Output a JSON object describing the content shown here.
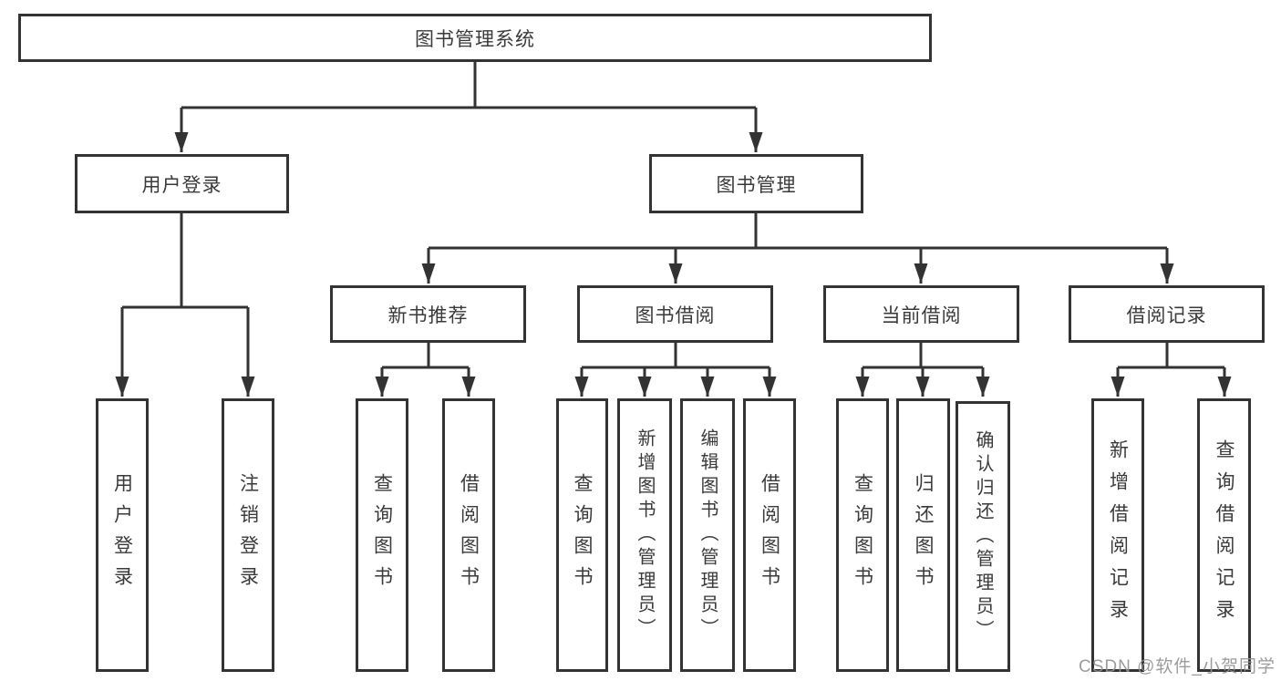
{
  "tree": {
    "label": "图书管理系统",
    "children": [
      {
        "label": "用户登录",
        "children": [
          {
            "label": "用户登录"
          },
          {
            "label": "注销登录"
          }
        ]
      },
      {
        "label": "图书管理",
        "children": [
          {
            "label": "新书推荐",
            "children": [
              {
                "label": "查询图书"
              },
              {
                "label": "借阅图书"
              }
            ]
          },
          {
            "label": "图书借阅",
            "children": [
              {
                "label": "查询图书"
              },
              {
                "label": "新增图书（管理员）"
              },
              {
                "label": "编辑图书（管理员）"
              },
              {
                "label": "借阅图书"
              }
            ]
          },
          {
            "label": "当前借阅",
            "children": [
              {
                "label": "查询图书"
              },
              {
                "label": "归还图书"
              },
              {
                "label": "确认归还（管理员）"
              }
            ]
          },
          {
            "label": "借阅记录",
            "children": [
              {
                "label": "新增借阅记录"
              },
              {
                "label": "查询借阅记录"
              }
            ]
          }
        ]
      }
    ]
  },
  "watermark": {
    "text": "CSDN @软件_小贺同学"
  },
  "colors": {
    "line": "#333333",
    "border": "#333333",
    "text": "#3a3a3a",
    "watermark": "#919191",
    "background": "#ffffff"
  }
}
